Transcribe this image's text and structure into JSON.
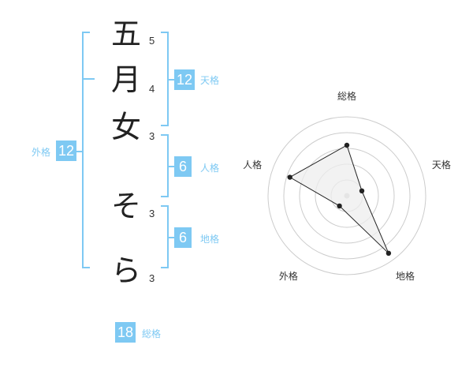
{
  "name_chars": [
    {
      "char": "五",
      "strokes": "5"
    },
    {
      "char": "月",
      "strokes": "4"
    },
    {
      "char": "女",
      "strokes": "3"
    },
    {
      "char": "そ",
      "strokes": "3"
    },
    {
      "char": "ら",
      "strokes": "3"
    }
  ],
  "fortunes": {
    "tenkaku": {
      "value": "12",
      "label": "天格"
    },
    "jinkaku": {
      "value": "6",
      "label": "人格"
    },
    "chikaku": {
      "value": "6",
      "label": "地格"
    },
    "gaikaku": {
      "value": "12",
      "label": "外格"
    },
    "soukaku": {
      "value": "18",
      "label": "総格"
    }
  },
  "chart_data": {
    "type": "radar",
    "axes": [
      "総格",
      "天格",
      "地格",
      "外格",
      "人格"
    ],
    "values": [
      3.2,
      1.0,
      4.5,
      0.8,
      3.8
    ],
    "max": 5,
    "rings": 5,
    "colors": {
      "fill": "#eeeeee",
      "line": "#222222",
      "grid": "#cccccc",
      "point": "#222222",
      "accent": "#7ec9f3"
    }
  }
}
